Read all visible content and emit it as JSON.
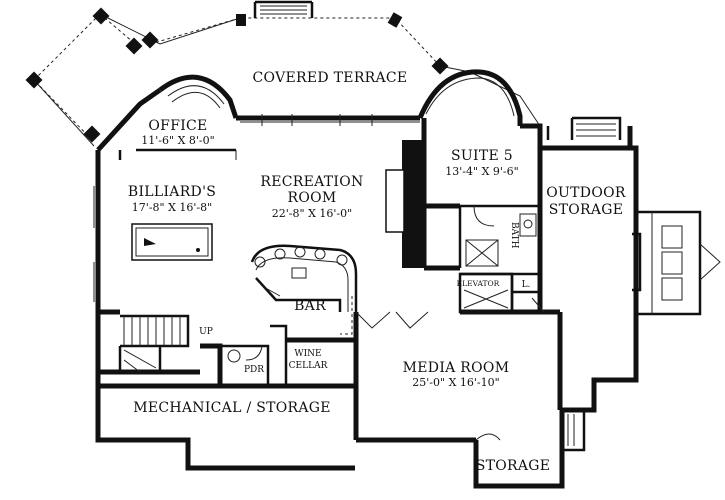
{
  "rooms": {
    "covered_terrace": {
      "name": "COVERED TERRACE"
    },
    "office": {
      "name": "OFFICE",
      "dims": "11'-6\" X 8'-0\""
    },
    "billiards": {
      "name": "BILLIARD'S",
      "dims": "17'-8\" X 16'-8\""
    },
    "recreation": {
      "name_line1": "RECREATION",
      "name_line2": "ROOM",
      "dims": "22'-8\" X 16'-0\""
    },
    "suite5": {
      "name": "SUITE 5",
      "dims": "13'-4\" X 9'-6\""
    },
    "bath": {
      "name": "BATH"
    },
    "outdoor_storage": {
      "name_line1": "OUTDOOR",
      "name_line2": "STORAGE"
    },
    "elevator": {
      "name": "ELEVATOR"
    },
    "linen": {
      "name": "L."
    },
    "bar": {
      "name": "BAR"
    },
    "pdr": {
      "name": "PDR"
    },
    "wine_cellar": {
      "name_line1": "WINE",
      "name_line2": "CELLAR"
    },
    "media": {
      "name": "MEDIA ROOM",
      "dims": "25'-0\" X 16'-10\""
    },
    "mechanical": {
      "name": "MECHANICAL / STORAGE"
    },
    "storage": {
      "name": "STORAGE"
    }
  },
  "stairs": {
    "label": "UP"
  }
}
